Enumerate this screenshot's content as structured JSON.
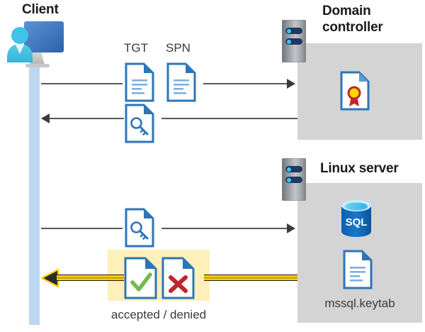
{
  "diagram": {
    "title_client": "Client",
    "title_domain_controller": "Domain\ncontroller",
    "title_domain_line1": "Domain",
    "title_domain_line2": "controller",
    "title_linux_server": "Linux server",
    "label_tgt": "TGT",
    "label_spn": "SPN",
    "label_keytab": "mssql.keytab",
    "label_result": "accepted / denied",
    "label_sql": "SQL"
  },
  "icons": {
    "client": "user-workstation-icon",
    "server_rack": "server-rack-icon",
    "document_lines": "document-lines-icon",
    "document_key": "document-key-icon",
    "document_certificate": "document-certificate-icon",
    "document_accepted": "document-check-icon",
    "document_denied": "document-x-icon",
    "database": "sql-database-icon",
    "arrow_right": "arrow-right-icon",
    "arrow_left": "arrow-left-icon",
    "arrow_left_yellow": "arrow-left-yellow-icon"
  },
  "colors": {
    "lifeline": "#bdd7f0",
    "panel": "#d4d4d4",
    "highlight": "#fdf0b8",
    "accent_blue": "#2e75b6",
    "doc_blue": "#2e75b6",
    "yellow": "#ffd000",
    "check_green": "#6fbe4a",
    "cross_red": "#c0262b",
    "line_gray": "#595959",
    "sql_blue": "#0f6cbd",
    "seal_red": "#c0262b",
    "seal_gold": "#ffd400"
  }
}
